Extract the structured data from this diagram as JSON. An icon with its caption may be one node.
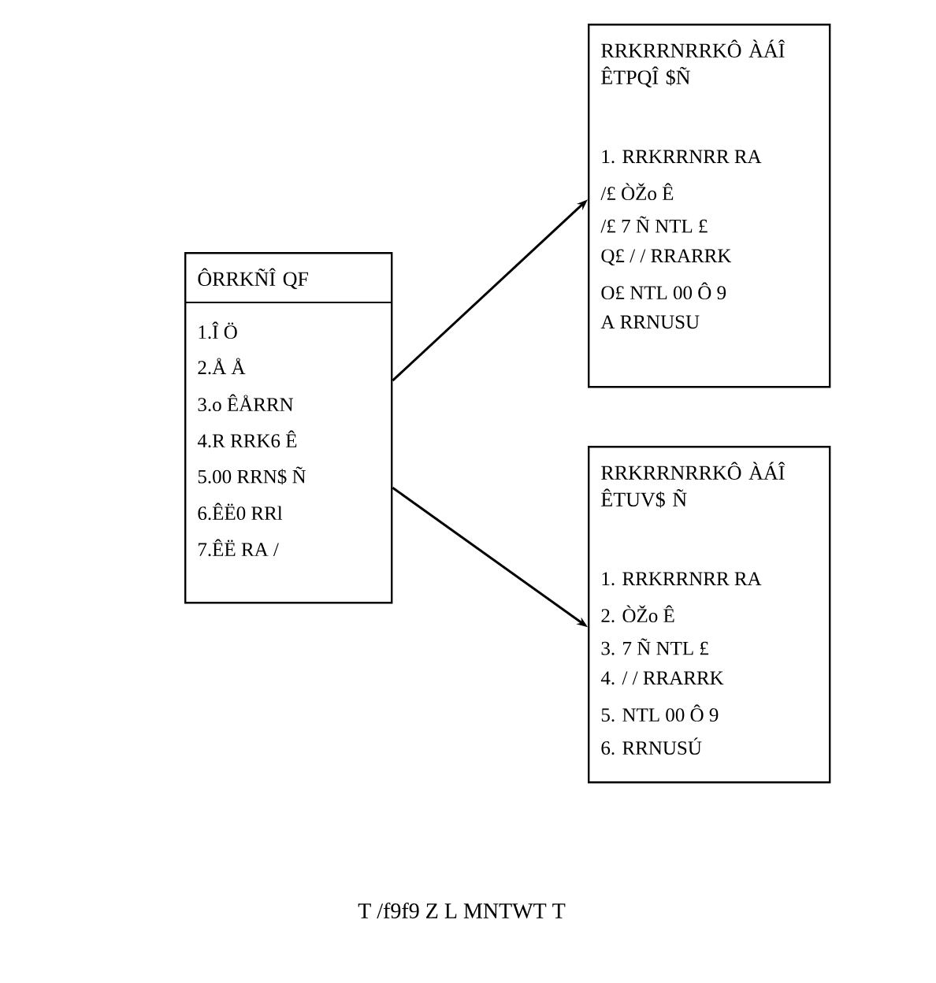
{
  "diagram": {
    "caption": "T /f9f9 Z L MNTWT T",
    "nodes": [
      {
        "text": [
          "ÔRRKÑÎ QF",
          "1.Î Ö",
          "2.Å Å",
          "3.o ÊÅRRN",
          "4.R RRK6 Ê",
          "5.00 RRN$ Ñ",
          "6.ÊË0 RRl",
          "7.ÊË RA /"
        ]
      },
      {
        "text": [
          "RRKRRNRRKÔ ÀÁÎ ÊTPQÎ $Ñ",
          "1. RRKRRNRR RA",
          "/£ ÒŽo Ê",
          "/£ 7 Ñ NTL £",
          "Q£ / / RRARRK",
          "O£ NTL 00 Ô 9",
          "A RRNUSU"
        ]
      },
      {
        "text": [
          "RRKRRNRRKÔ ÀÁÎ ÊTUV$ Ñ",
          "1. RRKRRNRR RA",
          "2. ÒŽo Ê",
          "3. 7 Ñ NTL £",
          "4. / / RRARRK",
          "5. NTL 00 Ô 9",
          "6. RRNUSÚ"
        ]
      }
    ],
    "edges": [
      {
        "from": 0,
        "to": 1,
        "arrow": "to"
      },
      {
        "from": 0,
        "to": 2,
        "arrow": "to"
      }
    ]
  }
}
